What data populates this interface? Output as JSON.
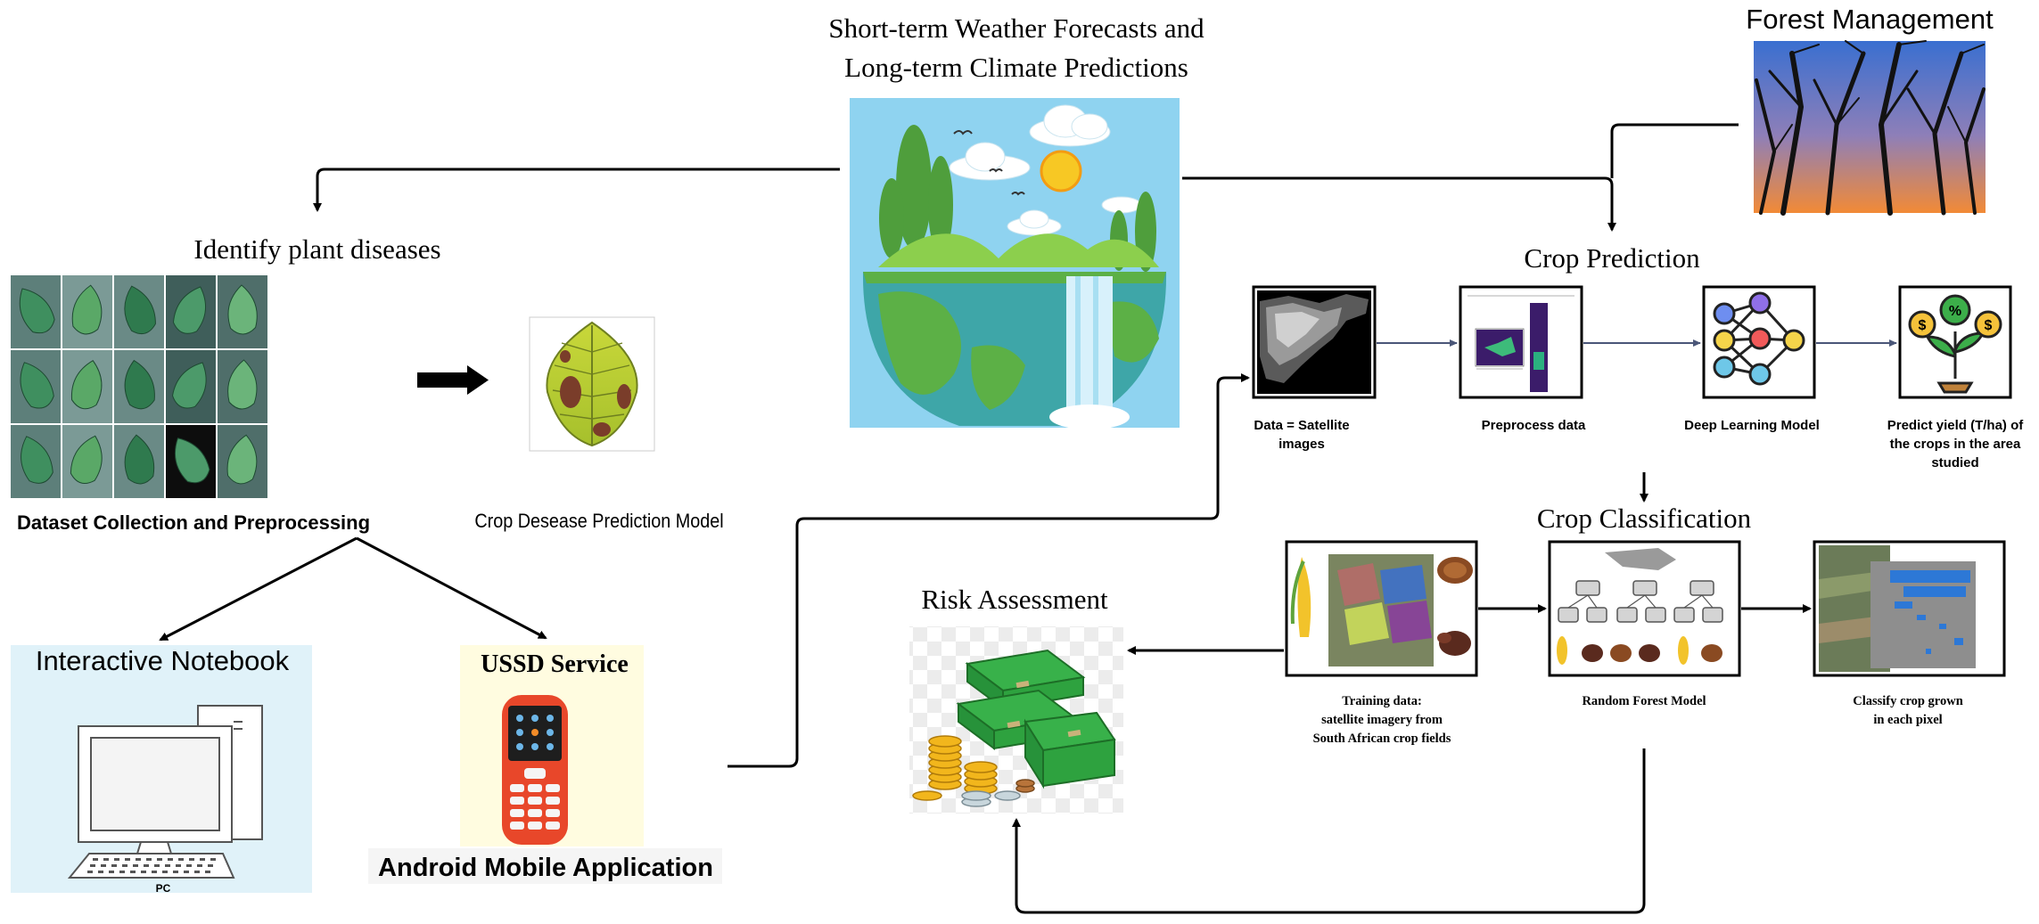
{
  "weather": {
    "title_line1": "Short-term Weather Forecasts and",
    "title_line2": "Long-term Climate Predictions"
  },
  "forest": {
    "title": "Forest Management"
  },
  "plant": {
    "title": "Identify plant diseases",
    "dataset_label": "Dataset Collection and Preprocessing",
    "model_label": "Crop Desease Prediction Model"
  },
  "notebook": {
    "title": "Interactive Notebook",
    "pc_label": "PC"
  },
  "mobile": {
    "ussd_title": "USSD Service",
    "android_label": "Android Mobile Application"
  },
  "risk": {
    "title": "Risk Assessment"
  },
  "crop_prediction": {
    "title": "Crop Prediction",
    "steps": [
      {
        "line1": "Data = Satellite",
        "line2": "images",
        "line3": ""
      },
      {
        "line1": "Preprocess data",
        "line2": "",
        "line3": ""
      },
      {
        "line1": "Deep Learning Model",
        "line2": "",
        "line3": ""
      },
      {
        "line1": "Predict yield (T/ha) of",
        "line2": "the crops in the area",
        "line3": "studied"
      }
    ]
  },
  "crop_classification": {
    "title": "Crop Classification",
    "steps": [
      {
        "line1": "Training data:",
        "line2": "satellite imagery from",
        "line3": "South African crop fields"
      },
      {
        "line1": "Random Forest Model",
        "line2": "",
        "line3": ""
      },
      {
        "line1": "Classify crop grown",
        "line2": "in each pixel",
        "line3": ""
      }
    ]
  },
  "colors": {
    "sky": "#8fd3f0",
    "grass": "#5cb046",
    "ocean": "#3ea6a8",
    "leaf": "#3f8f5f",
    "money": "#2e9b3a",
    "coin": "#f2b61c",
    "phone": "#e8472a",
    "notebook_bg": "#e0f2f9",
    "ussd_bg": "#fffce0",
    "forest_top": "#4b7fd6",
    "forest_bottom": "#f08a3a"
  }
}
